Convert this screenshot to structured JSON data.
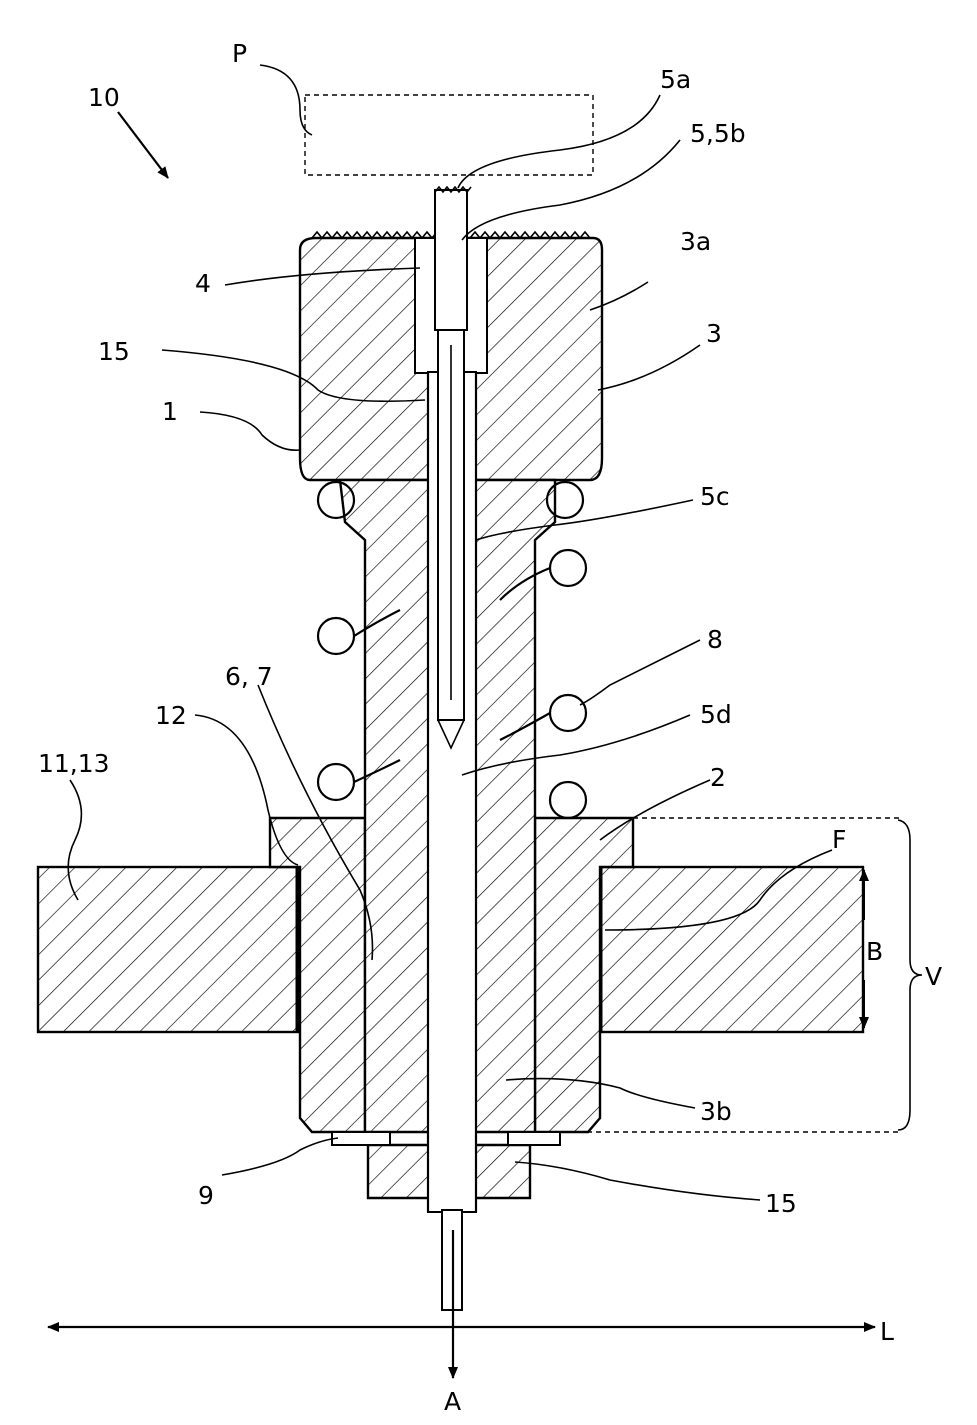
{
  "figure": {
    "labels": {
      "device": "10",
      "p": "P",
      "l5a": "5a",
      "l55b": "5,5b",
      "l3a": "3a",
      "l4": "4",
      "l15_top": "15",
      "l3": "3",
      "l1": "1",
      "l5c": "5c",
      "l8": "8",
      "l67": "6, 7",
      "l12": "12",
      "l5d": "5d",
      "l1113": "11,13",
      "l2": "2",
      "lF": "F",
      "lB": "B",
      "lV": "V",
      "l3b": "3b",
      "l9": "9",
      "l15_bottom": "15",
      "lL": "L",
      "lA": "A"
    }
  }
}
